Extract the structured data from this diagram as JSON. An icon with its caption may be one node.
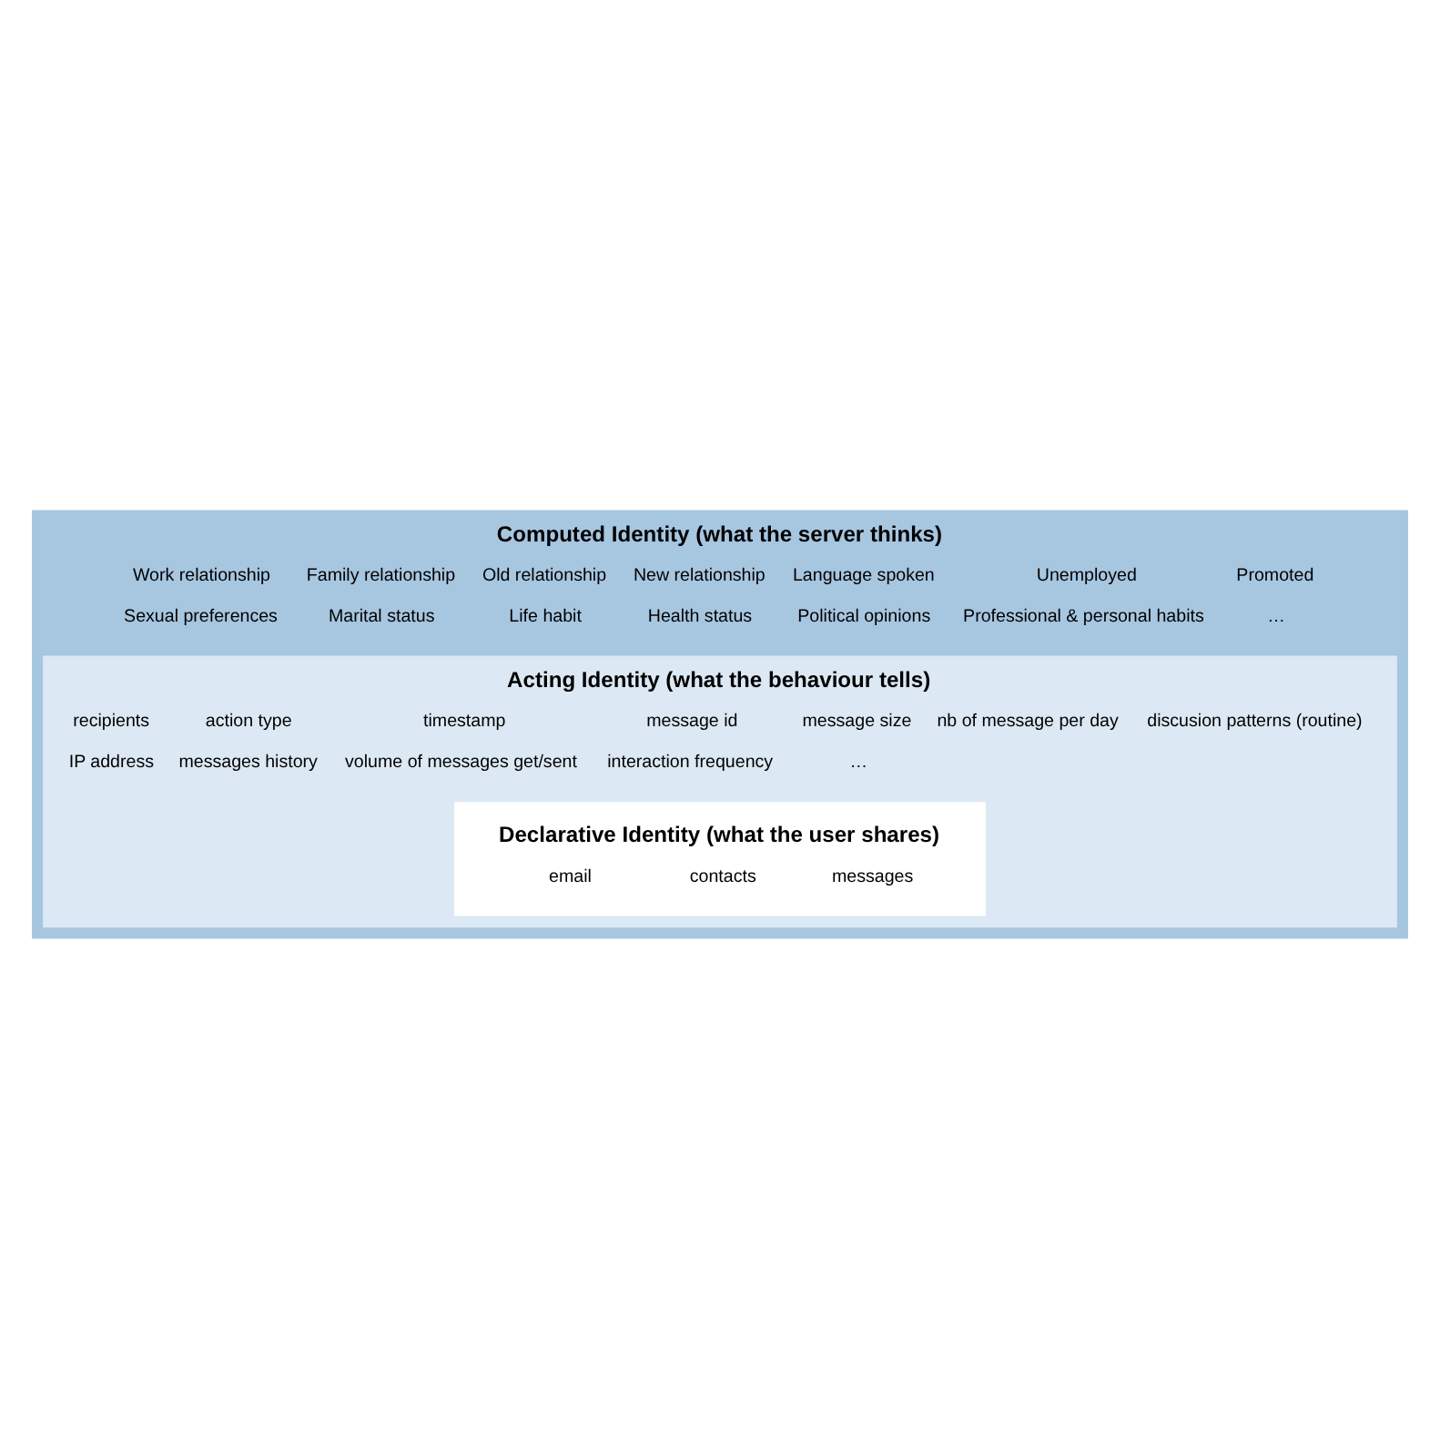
{
  "diagram": {
    "nodes": [
      {
        "text": [
          "Computed Identity (what the server thinks)",
          "Work relationship",
          "Family relationship",
          "Old relationship",
          "New relationship",
          "Language spoken",
          "Unemployed",
          "Promoted",
          "Sexual preferences",
          "Marital status",
          "Life habit",
          "Health status",
          "Political opinions",
          "Professional & personal habits",
          "…"
        ]
      },
      {
        "text": [
          "Acting Identity (what the behaviour tells)",
          "recipients",
          "action type",
          "timestamp",
          "message id",
          "message size",
          "nb of message per day",
          "discusion patterns (routine)",
          "IP address",
          "messages history",
          "volume of messages get/sent",
          "interaction frequency",
          "…"
        ],
        "in": 0
      },
      {
        "text": [
          "Declarative Identity (what the user shares)",
          "email",
          "contacts",
          "messages"
        ],
        "in": 1
      }
    ],
    "edges": []
  }
}
